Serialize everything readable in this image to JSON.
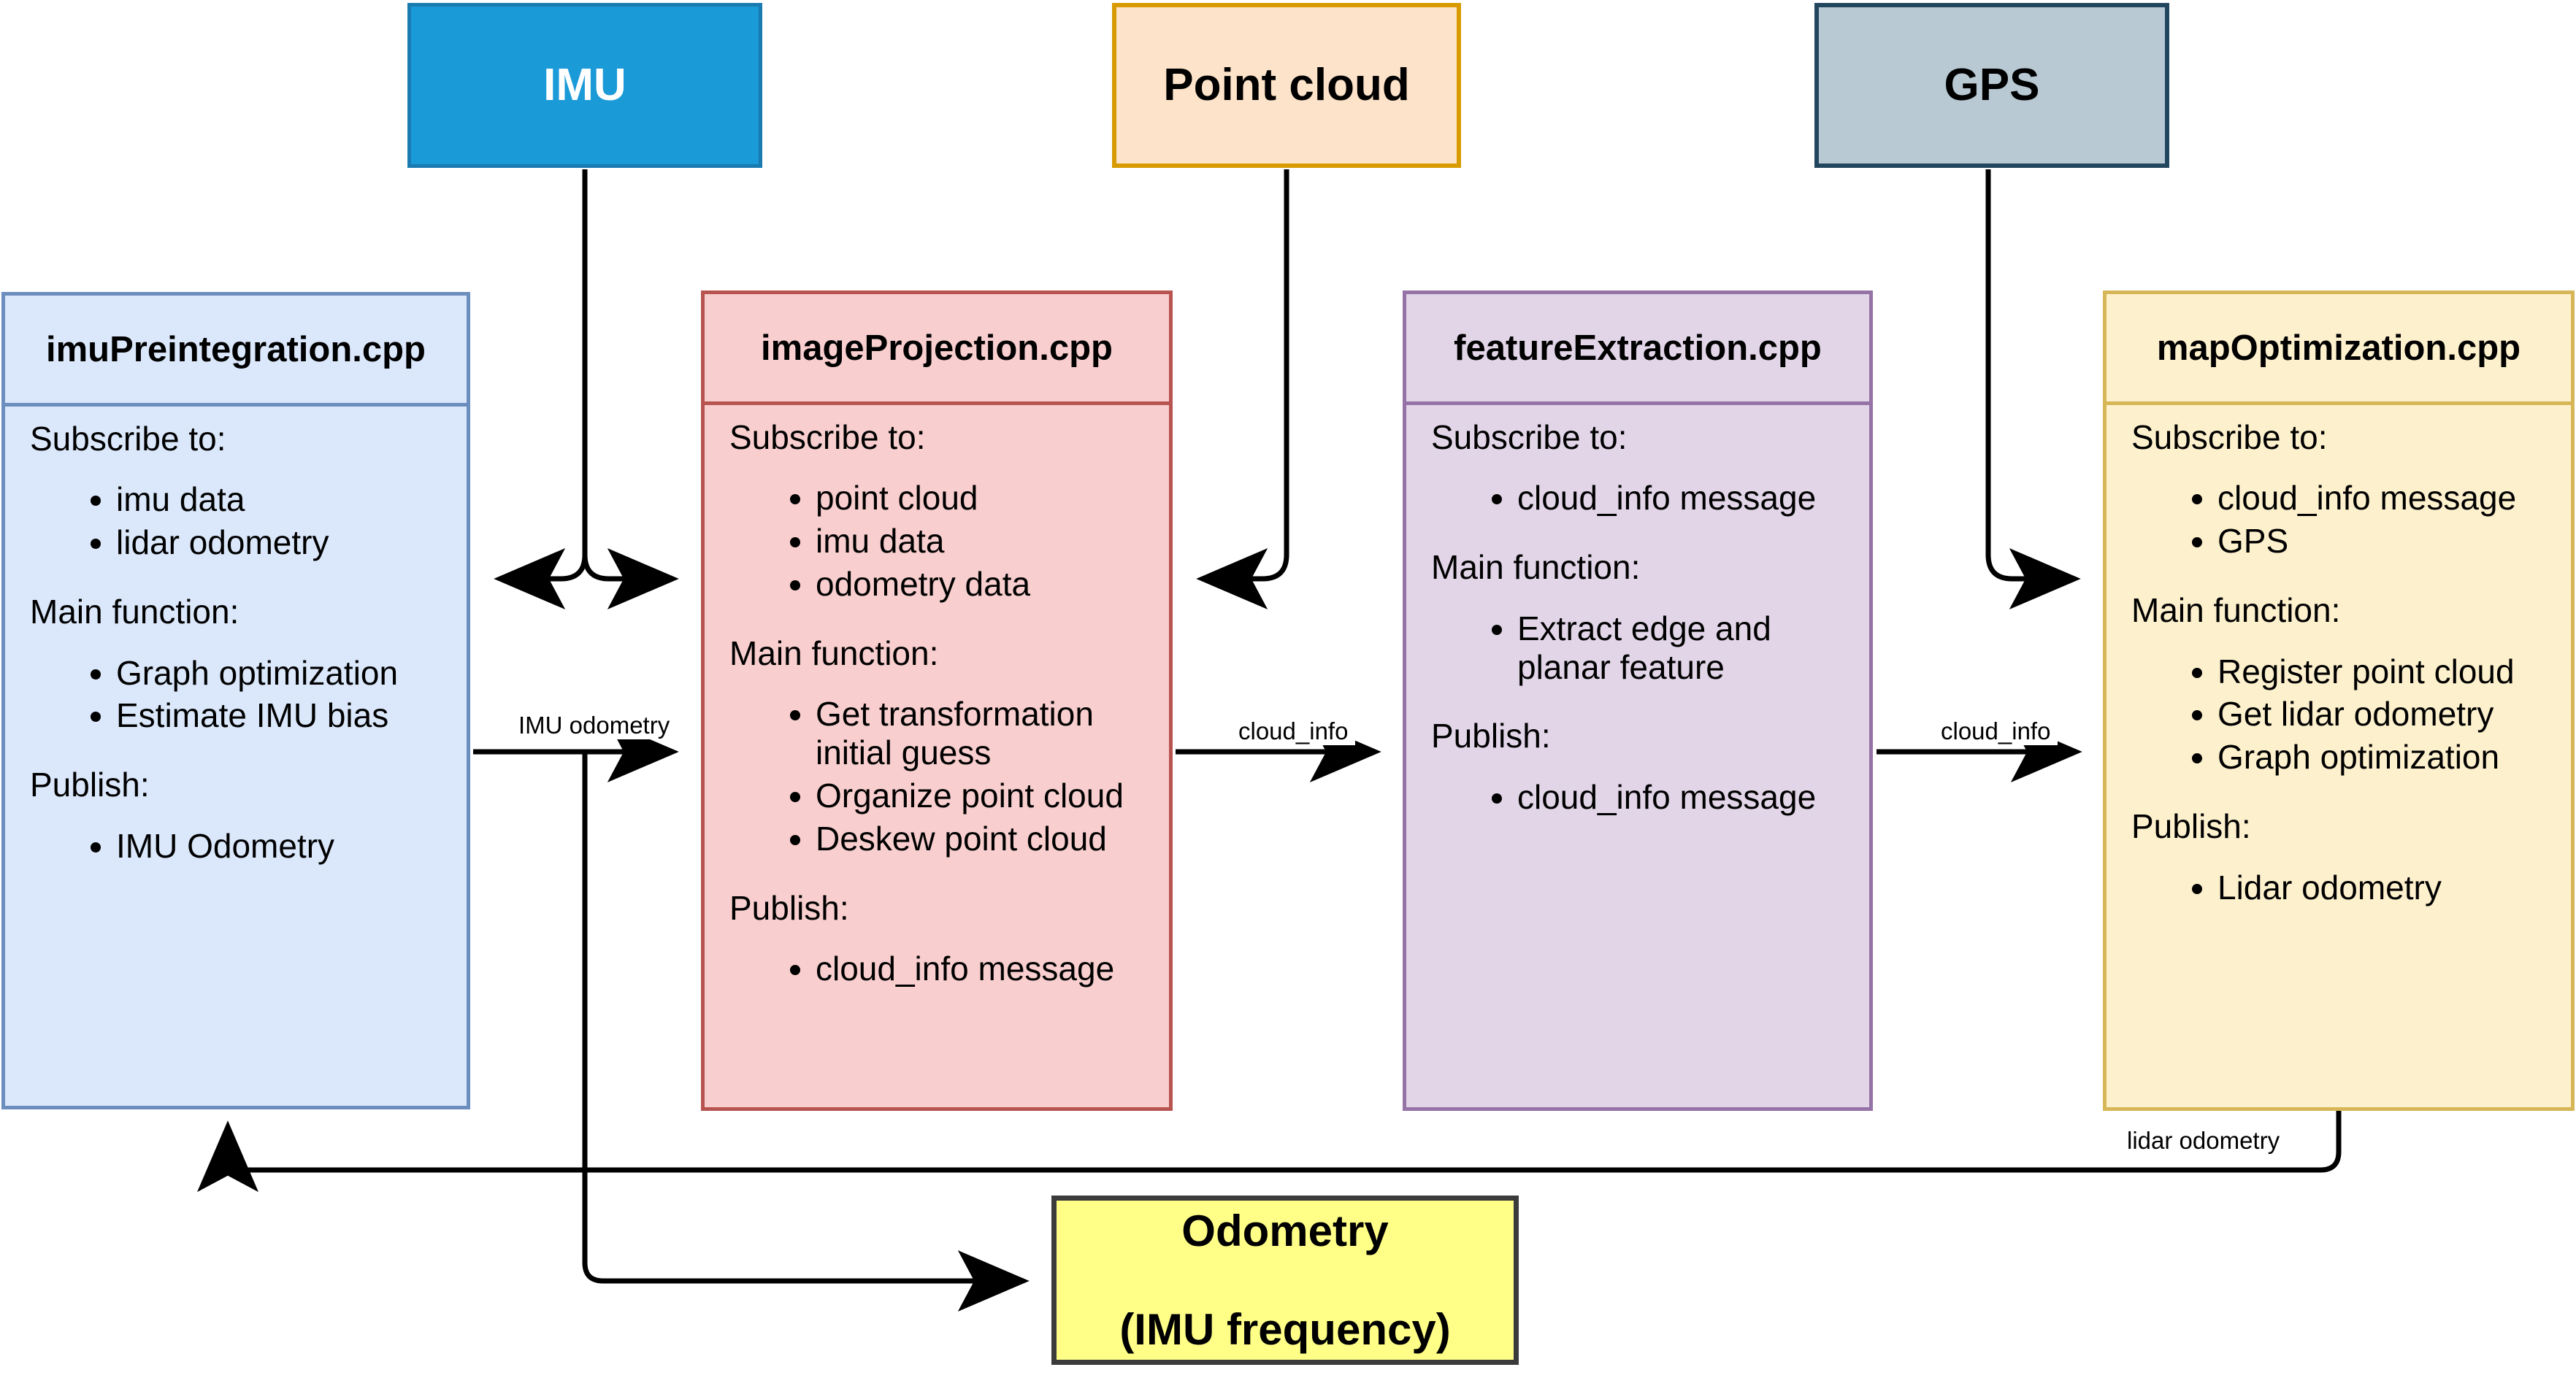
{
  "sources": [
    {
      "name": "imu-source",
      "label": "IMU",
      "fill": "#1b9ad8",
      "stroke": "#1a7bb0",
      "text_color": "#ffffff"
    },
    {
      "name": "point-cloud-source",
      "label": "Point cloud",
      "fill": "#fde3c9",
      "stroke": "#d79b00",
      "text_color": "#000000"
    },
    {
      "name": "gps-source",
      "label": "GPS",
      "fill": "#b8c9d4",
      "stroke": "#23465f",
      "text_color": "#000000"
    }
  ],
  "modules": [
    {
      "name": "imu-preintegration",
      "title": "imuPreintegration.cpp",
      "fill": "#dbe8fb",
      "stroke": "#6c8ebf",
      "sections": [
        {
          "heading": "Subscribe to:",
          "items": [
            "imu data",
            "lidar odometry"
          ]
        },
        {
          "heading": "Main function:",
          "items": [
            "Graph optimization",
            "Estimate IMU bias"
          ]
        },
        {
          "heading": "Publish:",
          "items": [
            "IMU Odometry"
          ]
        }
      ]
    },
    {
      "name": "image-projection",
      "title": "imageProjection.cpp",
      "fill": "#f8cece",
      "stroke": "#b85450",
      "sections": [
        {
          "heading": "Subscribe to:",
          "items": [
            "point cloud",
            "imu data",
            "odometry data"
          ]
        },
        {
          "heading": "Main function:",
          "items": [
            "Get transformation initial guess",
            "Organize point cloud",
            "Deskew point cloud"
          ]
        },
        {
          "heading": "Publish:",
          "items": [
            "cloud_info message"
          ]
        }
      ]
    },
    {
      "name": "feature-extraction",
      "title": "featureExtraction.cpp",
      "fill": "#e1d5e7",
      "stroke": "#9673a6",
      "sections": [
        {
          "heading": "Subscribe to:",
          "items": [
            "cloud_info message"
          ]
        },
        {
          "heading": "Main function:",
          "items": [
            "Extract edge and planar feature"
          ]
        },
        {
          "heading": "Publish:",
          "items": [
            "cloud_info message"
          ]
        }
      ]
    },
    {
      "name": "map-optimization",
      "title": "mapOptimization.cpp",
      "fill": "#fdf0cd",
      "stroke": "#d6b656",
      "sections": [
        {
          "heading": "Subscribe to:",
          "items": [
            "cloud_info message",
            "GPS"
          ]
        },
        {
          "heading": "Main function:",
          "items": [
            "Register point cloud",
            "Get lidar odometry",
            "Graph optimization"
          ]
        },
        {
          "heading": "Publish:",
          "items": [
            "Lidar odometry"
          ]
        }
      ]
    }
  ],
  "sink": {
    "name": "odometry-output",
    "line1": "Odometry",
    "line2": "(IMU frequency)",
    "fill": "#ffff88",
    "stroke": "#3b3b3b"
  },
  "edge_labels": {
    "imu_odometry": "IMU odometry",
    "cloud_info_1": "cloud_info",
    "cloud_info_2": "cloud_info",
    "lidar_odometry": "lidar odometry"
  },
  "edges": [
    {
      "from": "IMU",
      "to": "imuPreintegration.cpp",
      "label": ""
    },
    {
      "from": "IMU",
      "to": "imageProjection.cpp",
      "label": ""
    },
    {
      "from": "Point cloud",
      "to": "imageProjection.cpp",
      "label": ""
    },
    {
      "from": "GPS",
      "to": "mapOptimization.cpp",
      "label": ""
    },
    {
      "from": "imuPreintegration.cpp",
      "to": "imageProjection.cpp",
      "label": "IMU odometry"
    },
    {
      "from": "imuPreintegration.cpp",
      "to": "Odometry (IMU frequency)",
      "label": ""
    },
    {
      "from": "imageProjection.cpp",
      "to": "featureExtraction.cpp",
      "label": "cloud_info"
    },
    {
      "from": "featureExtraction.cpp",
      "to": "mapOptimization.cpp",
      "label": "cloud_info"
    },
    {
      "from": "mapOptimization.cpp",
      "to": "imuPreintegration.cpp",
      "label": "lidar odometry"
    }
  ]
}
